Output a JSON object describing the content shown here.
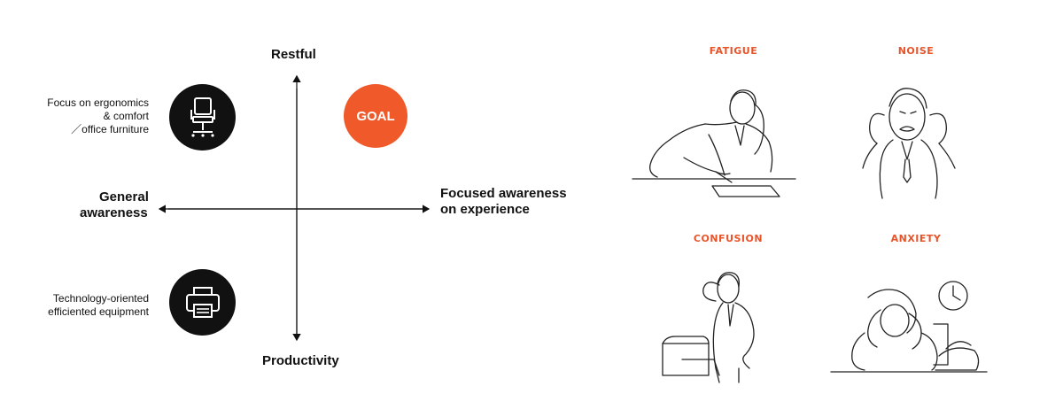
{
  "diagram": {
    "axis_top": "Restful",
    "axis_bottom": "Productivity",
    "axis_left": [
      "General",
      "awareness"
    ],
    "axis_right": [
      "Focused awareness",
      "on experience"
    ],
    "goal_label": "GOAL",
    "top_left_text": [
      "Focus on ergonomics",
      "& comfort",
      "／office furniture"
    ],
    "bottom_left_text": [
      "Technology-oriented",
      "efficiented equipment"
    ],
    "top_left_icon": "office-chair-icon",
    "bottom_left_icon": "printer-icon",
    "accent_color": "#f0592a",
    "dark_color": "#111111"
  },
  "illustrations": {
    "fatigue": "FATIGUE",
    "noise": "NOISE",
    "confusion": "CONFUSION",
    "anxiety": "ANXIETY",
    "title_color": "#e8542a"
  }
}
